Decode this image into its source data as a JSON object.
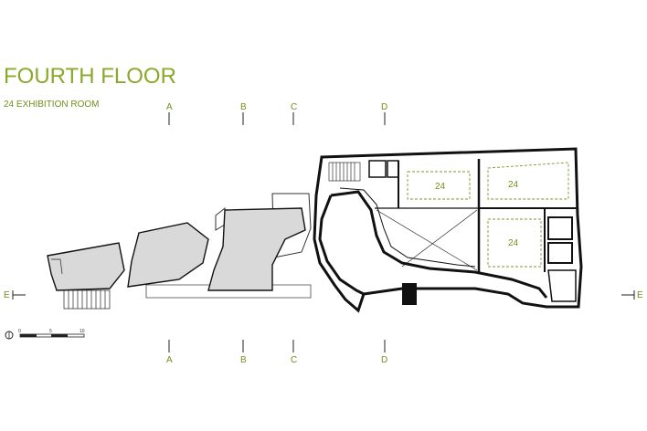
{
  "title": "FOURTH FLOOR",
  "subtitle": "24 EXHIBITION ROOM",
  "section_markers": {
    "top": [
      "A",
      "B",
      "C",
      "D"
    ],
    "bottom": [
      "A",
      "B",
      "C",
      "D"
    ],
    "left": "E",
    "right": "E"
  },
  "rooms": [
    "24",
    "24",
    "24"
  ],
  "scale_bar": {
    "marks": [
      "0",
      "5",
      "10"
    ]
  },
  "colors": {
    "title": "#8aa82c",
    "labels": "#6f8f1a",
    "walls": "#111111",
    "galleries": "#d9d9d9",
    "room_dashes": "#7a9a2a"
  }
}
